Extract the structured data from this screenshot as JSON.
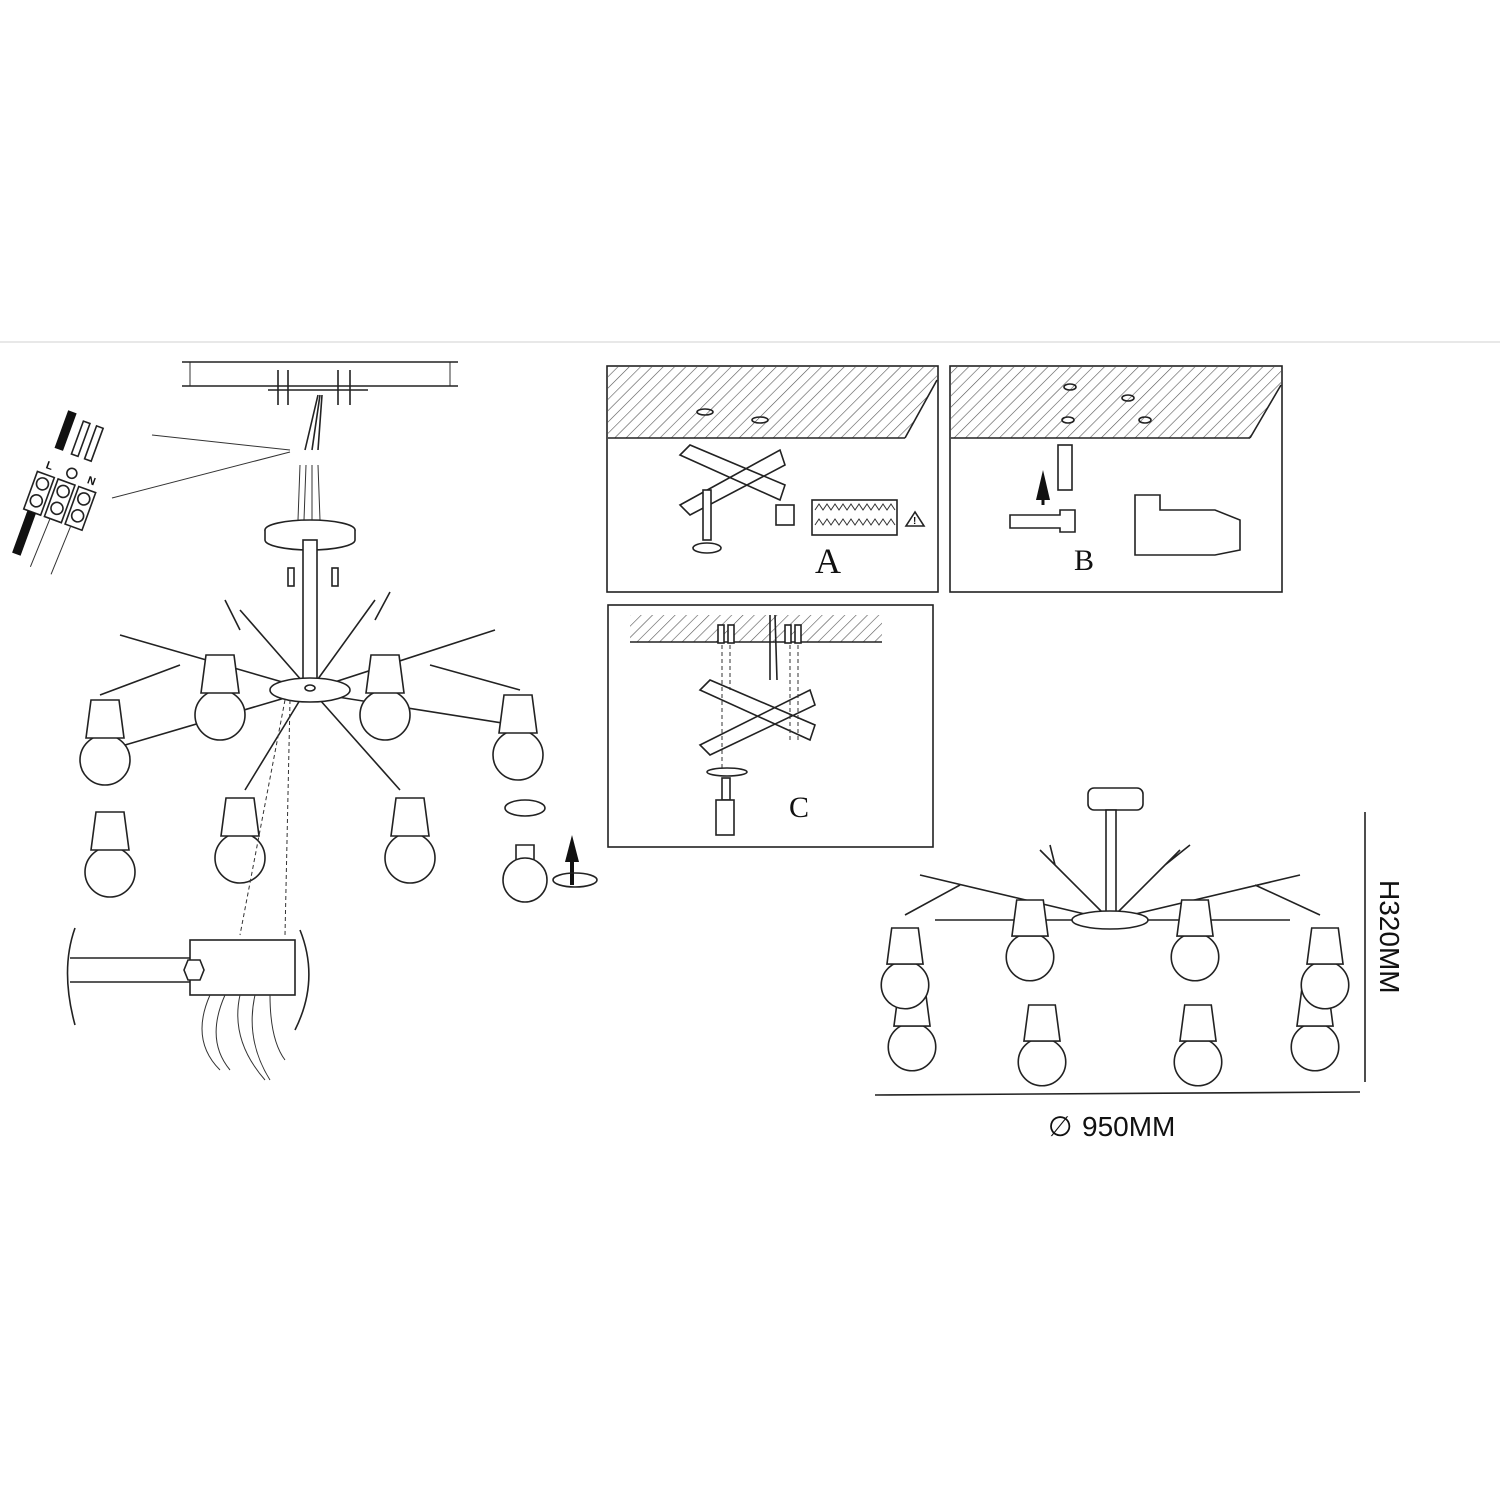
{
  "wiring": {
    "live_label": "L",
    "neutral_label": "N"
  },
  "steps": [
    {
      "id": "A",
      "label": "A"
    },
    {
      "id": "B",
      "label": "B"
    },
    {
      "id": "C",
      "label": "C"
    }
  ],
  "dimensions": {
    "height": "H320MM",
    "diameter_symbol": "∅",
    "diameter": "950MM"
  },
  "colors": {
    "line": "#222222",
    "background": "#ffffff",
    "separator": "#d0d0d0"
  }
}
